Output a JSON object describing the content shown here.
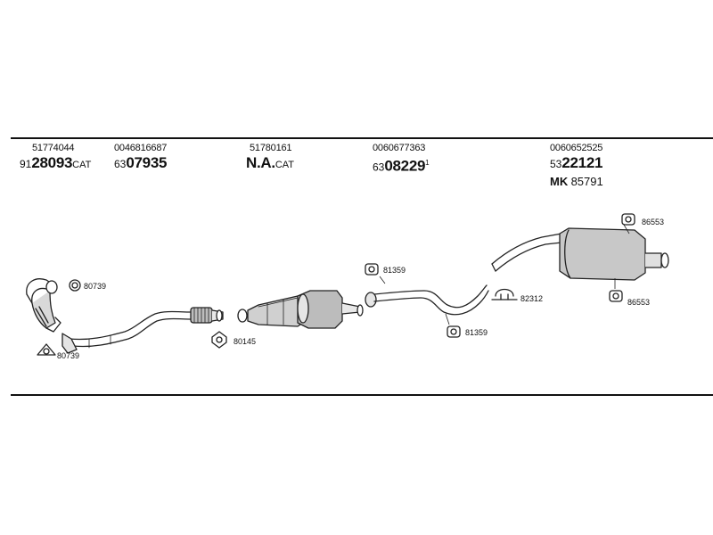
{
  "parts": [
    {
      "number": "51774044",
      "prefix": "91",
      "code": "28093",
      "suffix": "CAT"
    },
    {
      "number": "0046816687",
      "prefix": "63",
      "code": "07935",
      "suffix": ""
    },
    {
      "number": "51780161",
      "prefix": "",
      "code": "N.A.",
      "suffix": "CAT"
    },
    {
      "number": "0060677363",
      "prefix": "63",
      "code": "08229",
      "suffix": "1"
    },
    {
      "number": "0060652525",
      "prefix": "53",
      "code": "22121",
      "suffix": ""
    }
  ],
  "mk": {
    "prefix": "MK",
    "code": "85791"
  },
  "callouts": {
    "c80739_top": "80739",
    "c80739_bottom": "80739",
    "c80145": "80145",
    "c81359_top": "81359",
    "c81359_bottom": "81359",
    "c82312": "82312",
    "c86553_top": "86553",
    "c86553_bottom": "86553"
  }
}
